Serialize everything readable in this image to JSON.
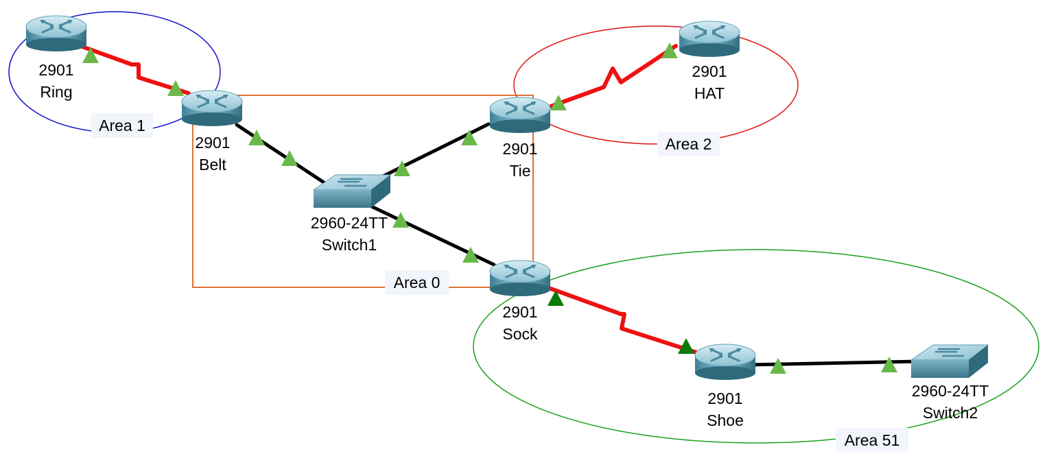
{
  "areas": {
    "area1": "Area 1",
    "area2": "Area 2",
    "area0": "Area 0",
    "area51": "Area 51"
  },
  "devices": {
    "ring": {
      "model": "2901",
      "name": "Ring"
    },
    "belt": {
      "model": "2901",
      "name": "Belt"
    },
    "tie": {
      "model": "2901",
      "name": "Tie"
    },
    "hat": {
      "model": "2901",
      "name": "HAT"
    },
    "sock": {
      "model": "2901",
      "name": "Sock"
    },
    "shoe": {
      "model": "2901",
      "name": "Shoe"
    },
    "switch1": {
      "model": "2960-24TT",
      "name": "Switch1"
    },
    "switch2": {
      "model": "2960-24TT",
      "name": "Switch2"
    }
  },
  "colors": {
    "area1": "#1010cc",
    "area2": "#e01010",
    "area0": "#d8641e",
    "area51": "#18a018",
    "serial_link": "#ee1111",
    "ethernet_link": "#000000",
    "link_up": "#6ab84a",
    "link_up_dark": "#0a7a0a"
  }
}
